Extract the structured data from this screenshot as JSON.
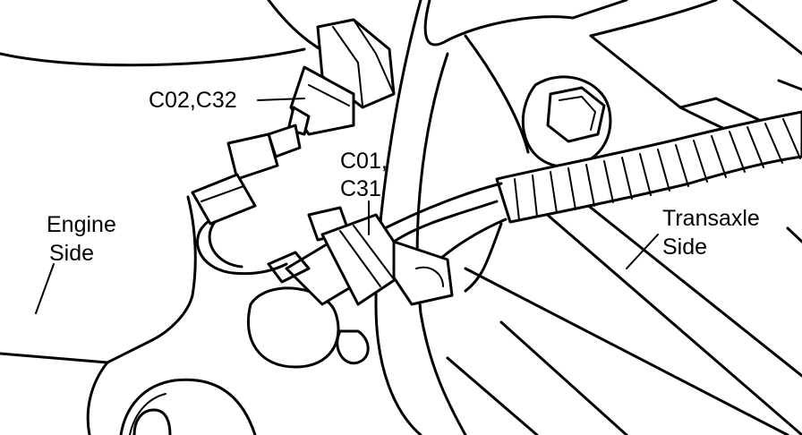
{
  "labels": {
    "upper_connector": "C02,C32",
    "lower_connector_line1": "C01,",
    "lower_connector_line2": "C31",
    "engine_side_line1": "Engine",
    "engine_side_line2": "Side",
    "transaxle_side_line1": "Transaxle",
    "transaxle_side_line2": "Side"
  },
  "colors": {
    "line": "#000000",
    "background": "#ffffff"
  }
}
